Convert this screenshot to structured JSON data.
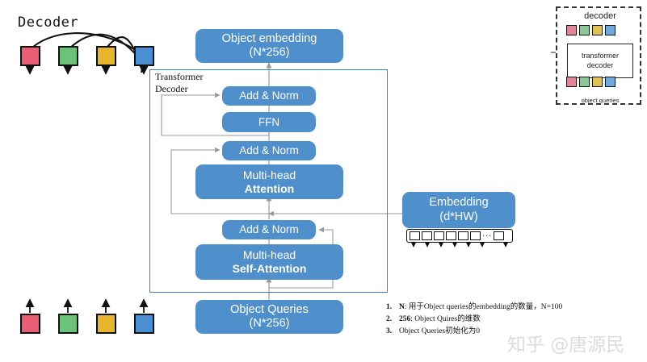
{
  "page": {
    "title": "DETR Transformer Decoder diagram",
    "background": "#ffffff",
    "watermark": "知乎 @唐源民"
  },
  "left_panel": {
    "title": "Decoder",
    "top_squares": [
      {
        "name": "square-red",
        "color": "#ea5e75"
      },
      {
        "name": "square-green",
        "color": "#6cc278"
      },
      {
        "name": "square-yellow",
        "color": "#e8b62c"
      },
      {
        "name": "square-blue",
        "color": "#4a8fd4"
      }
    ],
    "bottom_squares": [
      {
        "name": "square-red",
        "color": "#ea5e75"
      },
      {
        "name": "square-green",
        "color": "#6cc278"
      },
      {
        "name": "square-yellow",
        "color": "#e8b62c"
      },
      {
        "name": "square-blue",
        "color": "#4a8fd4"
      }
    ]
  },
  "main": {
    "frame_label_line1": "Transformer",
    "frame_label_line2": "Decoder",
    "accent_color": "#4e8fcc",
    "frame_border_color": "#3e7cb8",
    "boxes": [
      {
        "name": "object-embedding-box",
        "line1": "Object embedding",
        "line2": "(N*256)"
      },
      {
        "name": "add-norm-top-box",
        "line1": "Add & Norm",
        "line2": ""
      },
      {
        "name": "ffn-box",
        "line1": "FFN",
        "line2": ""
      },
      {
        "name": "add-norm-mid-box",
        "line1": "Add & Norm",
        "line2": ""
      },
      {
        "name": "multi-head-attention-box",
        "line1": "Multi-head",
        "line2": "Attention"
      },
      {
        "name": "add-norm-bottom-box",
        "line1": "Add & Norm",
        "line2": ""
      },
      {
        "name": "multi-head-self-attention-box",
        "line1": "Multi-head",
        "line2": "Self-Attention"
      },
      {
        "name": "object-queries-box",
        "line1": "Object Queries",
        "line2": "(N*256)"
      }
    ],
    "embedding_box": {
      "line1": "Embedding",
      "line2": "(d*HW)"
    },
    "embedding_strip": {
      "cells": 6,
      "dots": "···",
      "trailing_cells": 1
    }
  },
  "inset": {
    "title": "decoder",
    "core_line1": "transformer",
    "core_line2": "decoder",
    "caption": "object queries",
    "top_squares": [
      {
        "name": "square-red",
        "color": "#e08696"
      },
      {
        "name": "square-green",
        "color": "#8cc79a"
      },
      {
        "name": "square-yellow",
        "color": "#ddc255"
      },
      {
        "name": "square-blue",
        "color": "#6fa8dc"
      }
    ],
    "bottom_squares": [
      {
        "name": "square-red",
        "color": "#e08696"
      },
      {
        "name": "square-green",
        "color": "#8cc79a"
      },
      {
        "name": "square-yellow",
        "color": "#ddc255"
      },
      {
        "name": "square-blue",
        "color": "#6fa8dc"
      }
    ]
  },
  "notes": [
    {
      "index": "1.",
      "key": "N",
      "sep": ":",
      "text": "用于Object queries的embedding的数量，N=100"
    },
    {
      "index": "2.",
      "key": "256",
      "sep": ":",
      "text": "Object Quires的维数"
    },
    {
      "index": "3.",
      "key": "",
      "sep": "",
      "text": "Object Queries初始化为0"
    }
  ]
}
